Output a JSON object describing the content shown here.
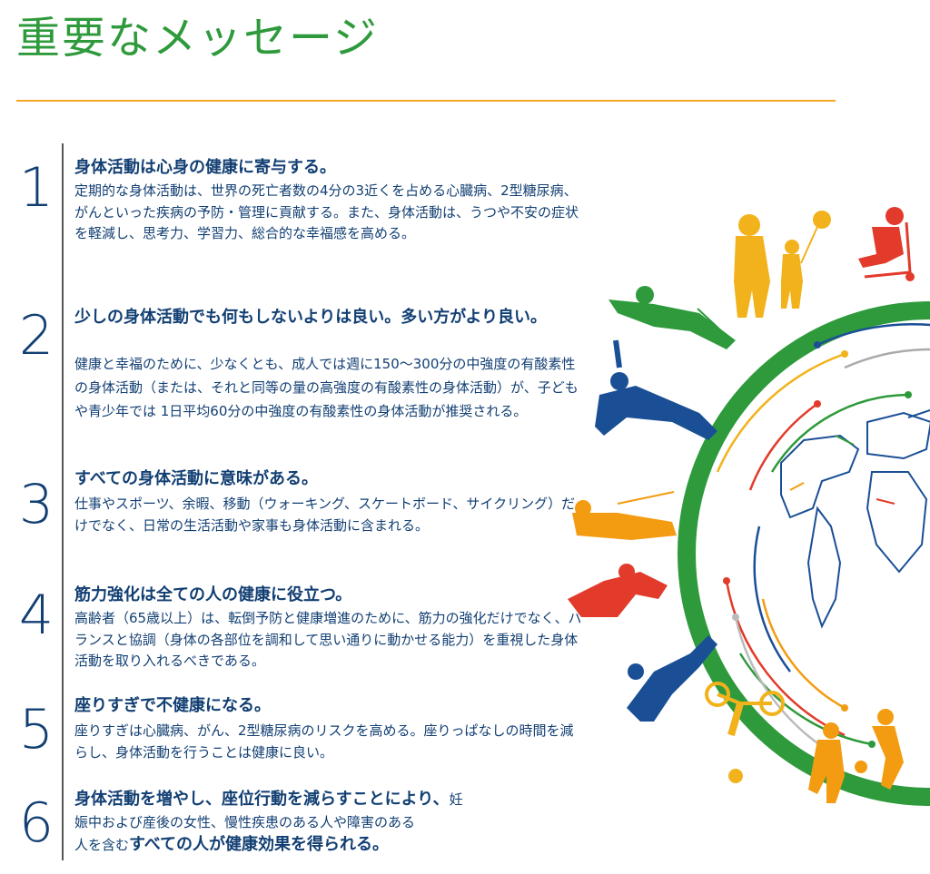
{
  "header": {
    "title": "重要なメッセージ"
  },
  "messages": [
    {
      "number": "1",
      "heading": "身体活動は心身の健康に寄与する。",
      "body": "定期的な身体活動は、世界の死亡者数の4分の3近くを占める心臓病、2型糖尿病、がんといった疾病の予防・管理に貢献する。また、身体活動は、うつや不安の症状を軽減し、思考力、学習力、総合的な幸福感を高める。"
    },
    {
      "number": "2",
      "heading": "少しの身体活動でも何もしないよりは良い。多い方がより良い。",
      "body": "健康と幸福のために、少なくとも、成人では週に150〜300分の中強度の有酸素性の身体活動（または、それと同等の量の高強度の有酸素性の身体活動）が、子どもや青少年では 1日平均60分の中強度の有酸素性の身体活動が推奨される。"
    },
    {
      "number": "3",
      "heading": "すべての身体活動に意味がある。",
      "body": "仕事やスポーツ、余暇、移動（ウォーキング、スケートボード、サイクリング）だけでなく、日常の生活活動や家事も身体活動に含まれる。"
    },
    {
      "number": "4",
      "heading": "筋力強化は全ての人の健康に役立つ。",
      "body": "高齢者（65歳以上）は、転倒予防と健康増進のために、筋力の強化だけでなく、バランスと協調（身体の各部位を調和して思い通りに動かせる能力）を重視した身体活動を取り入れるべきである。"
    },
    {
      "number": "5",
      "heading": "座りすぎで不健康になる。",
      "body": "座りすぎは心臓病、がん、2型糖尿病のリスクを高める。座りっぱなしの時間を減らし、身体活動を行うことは健康に良い。"
    },
    {
      "number": "6",
      "heading": "身体活動を増やし、座位行動を減らすことにより、",
      "heading_tail": "妊",
      "body": "娠中および産後の女性、慢性疾患のある人や障害のある",
      "body_lead": "人を含む",
      "body_strong": "すべての人が健康効果を得られる。"
    }
  ],
  "colors": {
    "title": "#2e9a3c",
    "title_rule": "#f5a623",
    "text": "#123f73",
    "ring": "#2e9a3c",
    "figure_yellow": "#f2b21b",
    "figure_orange": "#f39c12",
    "figure_red": "#e23b2b",
    "figure_blue": "#1a4f96",
    "figure_green": "#2e9a3c"
  },
  "illustration": {
    "icons": [
      "world-map-icon",
      "walking-elders-icon",
      "scooter-child-icon",
      "skipping-person-icon",
      "jumping-person-icon",
      "fishing-person-icon",
      "dancing-person-icon",
      "running-person-icon",
      "cyclist-icon",
      "soccer-players-icon"
    ]
  }
}
